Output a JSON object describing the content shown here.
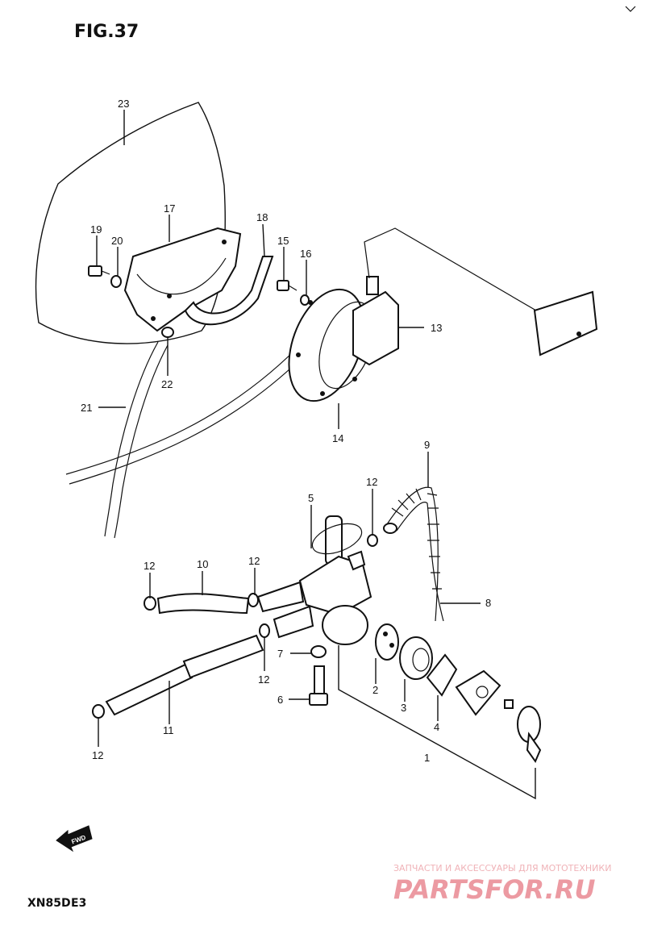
{
  "figure": {
    "title": "FIG.37",
    "model": "XN85D",
    "region": "E3"
  },
  "fwd_arrow": {
    "label": "FWD",
    "icon": "forward-arrow-icon"
  },
  "watermark": {
    "tagline": "ЗАПЧАСТИ И АКСЕССУАРЫ ДЛЯ МОТОТЕХНИКИ",
    "brand": "PARTSFOR.RU"
  },
  "callouts": [
    "23",
    "17",
    "18",
    "19",
    "20",
    "15",
    "16",
    "13",
    "22",
    "21",
    "14",
    "9",
    "12",
    "5",
    "8",
    "12",
    "10",
    "12",
    "7",
    "12",
    "2",
    "3",
    "4",
    "6",
    "1",
    "11",
    "12"
  ],
  "colors": {
    "ink": "#111111",
    "watermark": "#ec9aa2"
  }
}
